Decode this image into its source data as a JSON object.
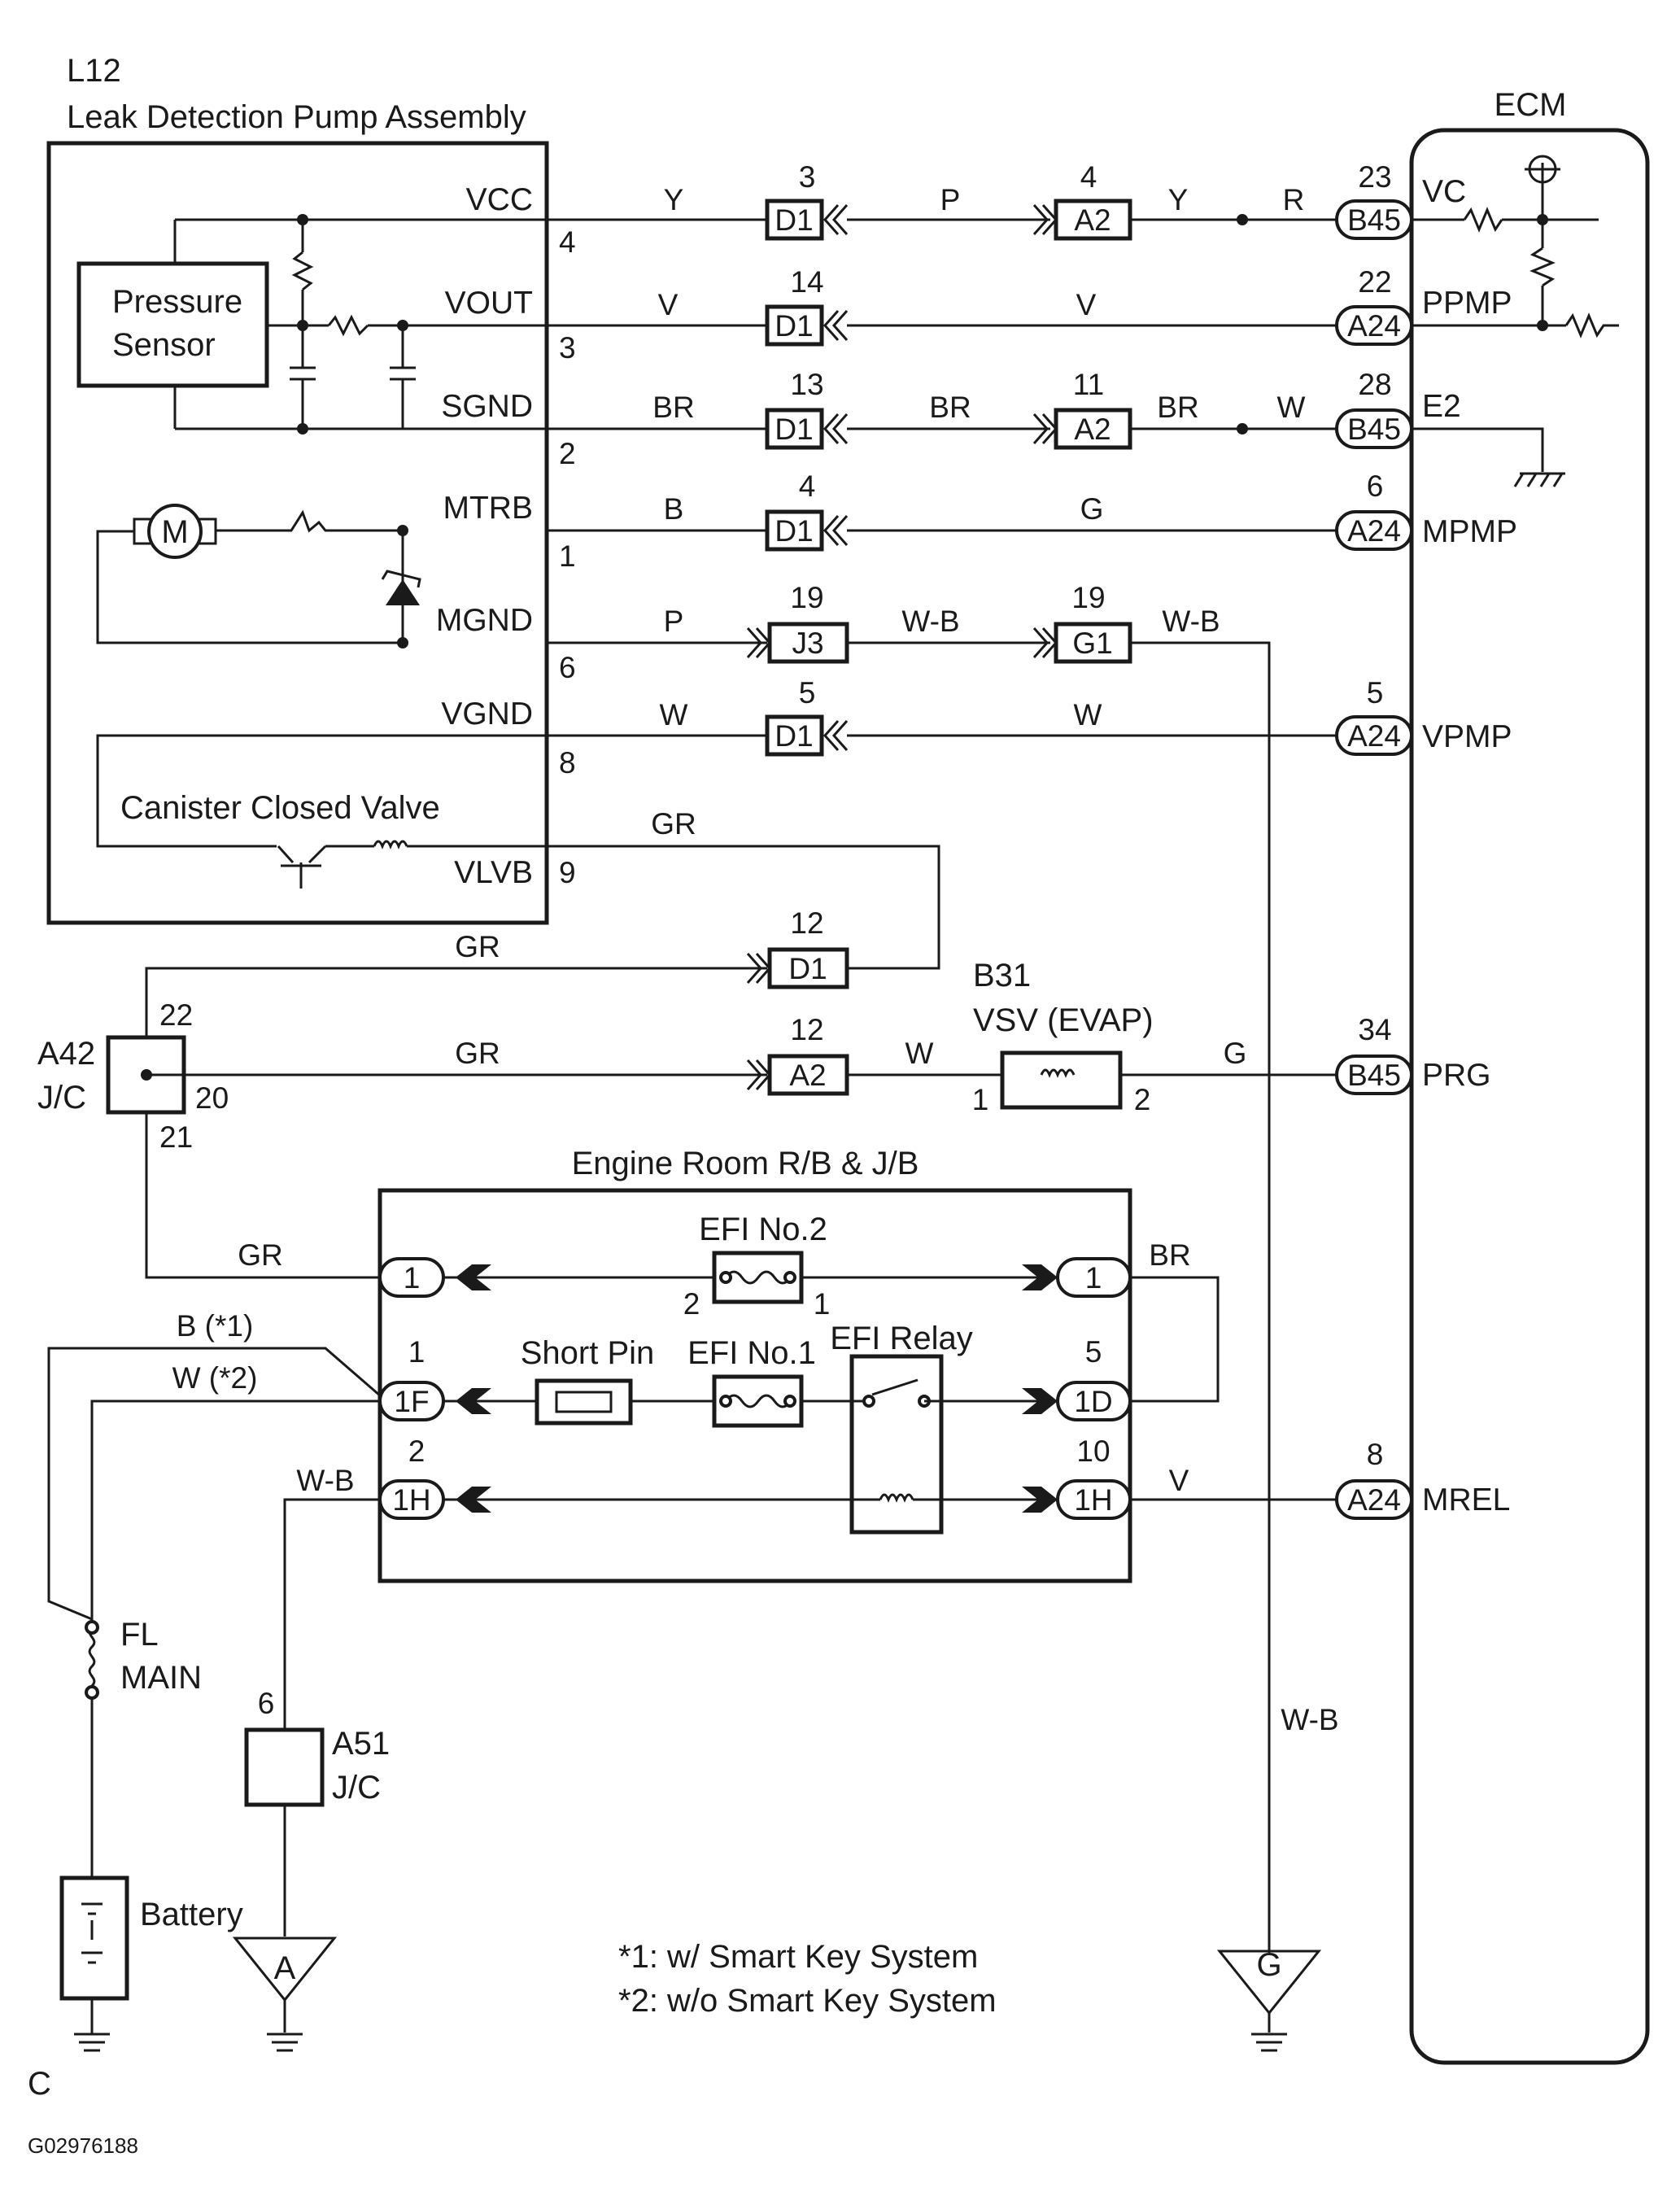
{
  "components": {
    "ldp_id": "L12",
    "ldp_name": "Leak Detection Pump Assembly",
    "ecm": "ECM",
    "pressure_sensor_1": "Pressure",
    "pressure_sensor_2": "Sensor",
    "motor": "M",
    "canister_valve": "Canister Closed Valve",
    "a42_id": "A42",
    "a42_type": "J/C",
    "b31_id": "B31",
    "b31_name": "VSV (EVAP)",
    "relay_box": "Engine Room R/B & J/B",
    "efi_no2": "EFI No.2",
    "efi_no1": "EFI No.1",
    "short_pin": "Short Pin",
    "efi_relay": "EFI Relay",
    "fl_1": "FL",
    "fl_2": "MAIN",
    "a51_id": "A51",
    "a51_type": "J/C",
    "battery": "Battery"
  },
  "ldp_terminals": {
    "vcc": "VCC",
    "vout": "VOUT",
    "sgnd": "SGND",
    "mtrb": "MTRB",
    "mgnd": "MGND",
    "vgnd": "VGND",
    "vlvb": "VLVB"
  },
  "ldp_pins": {
    "vcc": "4",
    "vout": "3",
    "sgnd": "2",
    "mtrb": "1",
    "mgnd": "6",
    "vgnd": "8",
    "vlvb": "9"
  },
  "ecm_terminals": {
    "vc": "VC",
    "ppmp": "PPMP",
    "e2": "E2",
    "mpmp": "MPMP",
    "vpmp": "VPMP",
    "prg": "PRG",
    "mrel": "MREL"
  },
  "wire_colors": {
    "vcc_1": "Y",
    "vcc_2": "P",
    "vcc_3": "Y",
    "vcc_4": "R",
    "vout_1": "V",
    "vout_2": "V",
    "sgnd_1": "BR",
    "sgnd_2": "BR",
    "sgnd_3": "BR",
    "sgnd_4": "W",
    "mtrb_1": "B",
    "mtrb_2": "G",
    "mgnd_1": "P",
    "mgnd_2": "W-B",
    "mgnd_3": "W-B",
    "vgnd_1": "W",
    "vgnd_2": "W",
    "vlvb_1": "GR",
    "d1_12": "GR",
    "prg_1": "GR",
    "prg_2": "W",
    "prg_3": "G",
    "efi2_in": "GR",
    "efi2_out": "BR",
    "batt_1": "B (*1)",
    "batt_2": "W (*2)",
    "gnd_a": "W-B",
    "mrel": "V",
    "gnd_g": "W-B"
  },
  "connectors": {
    "d1_vcc": {
      "id": "D1",
      "pin": "3"
    },
    "a2_vcc": {
      "id": "A2",
      "pin": "4"
    },
    "b45_vc": {
      "id": "B45",
      "pin": "23"
    },
    "d1_vout": {
      "id": "D1",
      "pin": "14"
    },
    "a24_ppmp": {
      "id": "A24",
      "pin": "22"
    },
    "d1_sgnd": {
      "id": "D1",
      "pin": "13"
    },
    "a2_sgnd": {
      "id": "A2",
      "pin": "11"
    },
    "b45_e2": {
      "id": "B45",
      "pin": "28"
    },
    "d1_mtrb": {
      "id": "D1",
      "pin": "4"
    },
    "a24_mpmp": {
      "id": "A24",
      "pin": "6"
    },
    "j3_mgnd": {
      "id": "J3",
      "pin": "19"
    },
    "g1_mgnd": {
      "id": "G1",
      "pin": "19"
    },
    "d1_vgnd": {
      "id": "D1",
      "pin": "5"
    },
    "a24_vpmp": {
      "id": "A24",
      "pin": "5"
    },
    "d1_vlvb": {
      "id": "D1",
      "pin": "12"
    },
    "a2_prg": {
      "id": "A2",
      "pin": "12"
    },
    "b45_prg": {
      "id": "B45",
      "pin": "34"
    },
    "rb_1_left": {
      "id": "1",
      "pin": ""
    },
    "rb_1_right": {
      "id": "1",
      "pin": ""
    },
    "rb_1f": {
      "id": "1F",
      "pin": "1"
    },
    "rb_1d": {
      "id": "1D",
      "pin": "5"
    },
    "rb_1h_left": {
      "id": "1H",
      "pin": "2"
    },
    "rb_1h_right": {
      "id": "1H",
      "pin": "10"
    },
    "a24_mrel": {
      "id": "A24",
      "pin": "8"
    }
  },
  "pins_misc": {
    "a42_22": "22",
    "a42_20": "20",
    "a42_21": "21",
    "vsv_1": "1",
    "vsv_2": "2",
    "efi2_2": "2",
    "efi2_1": "1",
    "a51_6": "6"
  },
  "grounds": {
    "a": "A",
    "g": "G",
    "c": "C"
  },
  "notes": {
    "n1": "*1: w/ Smart Key System",
    "n2": "*2: w/o Smart Key System"
  },
  "figure_code": "G02976188"
}
